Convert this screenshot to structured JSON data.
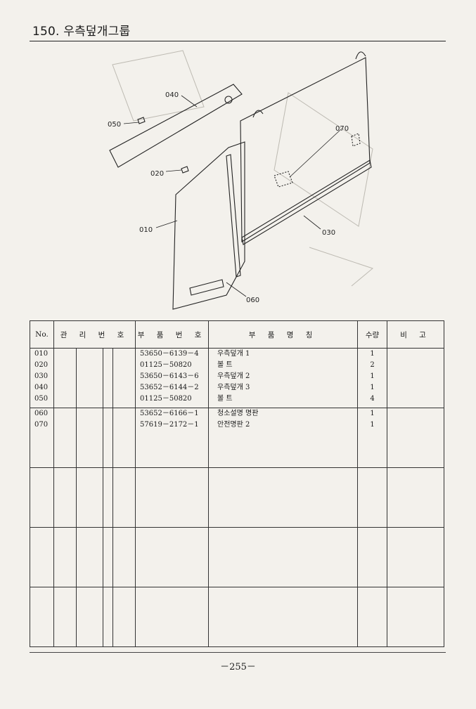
{
  "title": "150. 우측덮개그룹",
  "diagram": {
    "callouts": [
      "040",
      "050",
      "070",
      "020",
      "010",
      "030",
      "060"
    ]
  },
  "table": {
    "headers": {
      "no": "No.",
      "mgmt": "관 리 번 호",
      "part_no": "부 품 번 호",
      "part_name": "부 품 명 칭",
      "qty": "수량",
      "remarks": "비 고"
    },
    "blocks": [
      {
        "rows": [
          {
            "no": "010",
            "part_no": "53650－6139－4",
            "name": "우측덮개 1",
            "qty": "1"
          },
          {
            "no": "020",
            "part_no": "01125－50820",
            "name": "볼 트",
            "qty": "2"
          },
          {
            "no": "030",
            "part_no": "53650－6143－6",
            "name": "우측덮개 2",
            "qty": "1"
          },
          {
            "no": "040",
            "part_no": "53652－6144－2",
            "name": "우측덮개 3",
            "qty": "1"
          },
          {
            "no": "050",
            "part_no": "01125－50820",
            "name": "볼 트",
            "qty": "4"
          }
        ]
      },
      {
        "rows": [
          {
            "no": "060",
            "part_no": "53652－6166－1",
            "name": "청소설명 명판",
            "qty": "1"
          },
          {
            "no": "070",
            "part_no": "57619－2172－1",
            "name": "안전명판 2",
            "qty": "1"
          }
        ]
      },
      {
        "rows": []
      },
      {
        "rows": []
      },
      {
        "rows": []
      }
    ]
  },
  "page_number": "－255－"
}
